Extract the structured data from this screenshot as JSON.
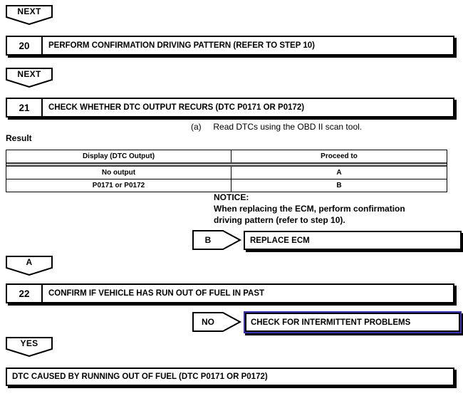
{
  "page": {
    "background": "#ffffff",
    "ink_color": "#000000",
    "link_border_color": "#3333b3"
  },
  "connectors": {
    "next1": "NEXT",
    "next2": "NEXT",
    "a": "A",
    "b": "B",
    "no": "NO",
    "yes": "YES"
  },
  "steps": {
    "step20": {
      "number": "20",
      "title": "PERFORM CONFIRMATION DRIVING PATTERN (REFER TO STEP 10)"
    },
    "step21": {
      "number": "21",
      "title": "CHECK WHETHER DTC OUTPUT RECURS (DTC P0171 OR P0172)"
    },
    "step22": {
      "number": "22",
      "title": "CONFIRM IF VEHICLE HAS RUN OUT OF FUEL IN PAST"
    }
  },
  "instruction": {
    "marker": "(a)",
    "text": "Read DTCs using the OBD II scan tool."
  },
  "result_label": "Result",
  "result_table": {
    "headers": [
      "Display (DTC Output)",
      "Proceed to"
    ],
    "rows": [
      [
        "No output",
        "A"
      ],
      [
        "P0171 or P0172",
        "B"
      ]
    ]
  },
  "notice": {
    "title": "NOTICE:",
    "line1": "When replacing the ECM, perform confirmation",
    "line2": "driving pattern (refer to step 10)."
  },
  "outcomes": {
    "replace_ecm": "REPLACE ECM",
    "check_intermittent": "CHECK FOR INTERMITTENT PROBLEMS",
    "final": "DTC CAUSED BY RUNNING OUT OF FUEL (DTC P0171 OR P0172)"
  }
}
